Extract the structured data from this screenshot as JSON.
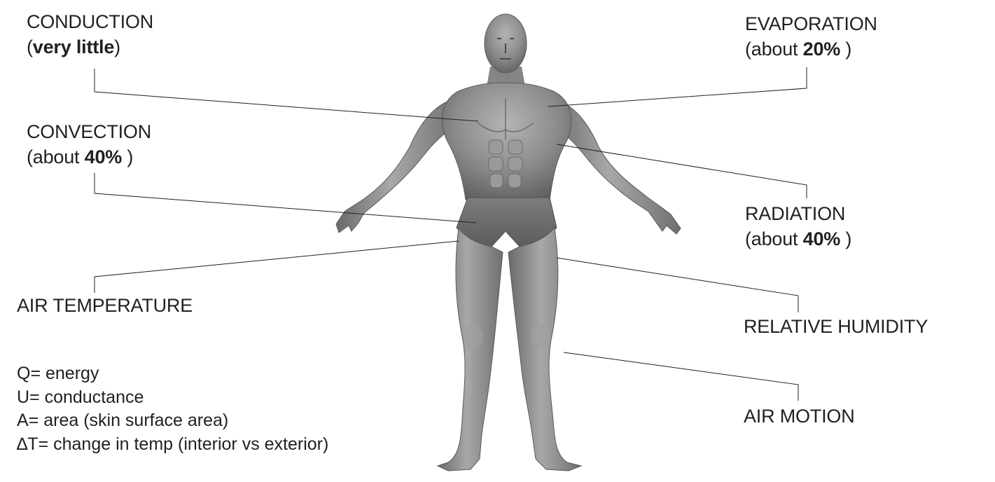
{
  "labels": {
    "conduction": {
      "title": "CONDUCTION",
      "pre": "(",
      "amount": "very little",
      "post": ")"
    },
    "evaporation": {
      "title": "EVAPORATION",
      "pre": "(about ",
      "amount": "20%",
      "post": " )"
    },
    "convection": {
      "title": "CONVECTION",
      "pre": "(about ",
      "amount": "40%",
      "post": " )"
    },
    "radiation": {
      "title": "RADIATION",
      "pre": "(about ",
      "amount": "40%",
      "post": " )"
    },
    "air_temperature": {
      "title": "AIR TEMPERATURE"
    },
    "relative_humidity": {
      "title": "RELATIVE HUMIDITY"
    },
    "air_motion": {
      "title": "AIR MOTION"
    }
  },
  "legend": [
    "Q= energy",
    "U= conductance",
    "A= area (skin surface area)",
    "∆T=  change in temp (interior vs exterior)"
  ],
  "colors": {
    "text": "#231f20",
    "leader_line": "#231f20",
    "figure_skin": "#8d8d8d",
    "figure_shadow": "#5e5e5e",
    "figure_highlight": "#b9b9b9"
  }
}
